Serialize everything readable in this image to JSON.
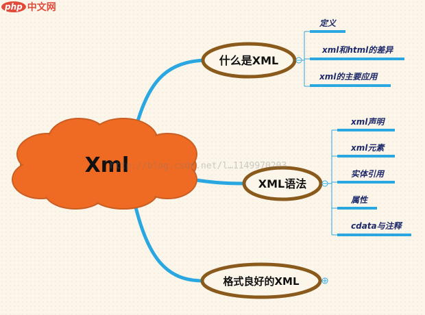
{
  "logo": {
    "mark": "php",
    "text": "中文网"
  },
  "root": {
    "label": "Xml"
  },
  "branches": [
    {
      "label": "什么是XML",
      "children": [
        "定义",
        "xml和html的差异",
        "xml的主要应用"
      ]
    },
    {
      "label": "XML语法",
      "children": [
        "xml声明",
        "xml元素",
        "实体引用",
        "属性",
        "cdata与注释"
      ]
    },
    {
      "label": "格式良好的XML",
      "children": []
    }
  ],
  "watermark": "http://blog.csdn.net/l…1149970203",
  "colors": {
    "cloud": "#ef6b24",
    "line": "#2aa7e0",
    "node_border": "#8a5a1c",
    "leaf_text": "#1f2a6b"
  }
}
